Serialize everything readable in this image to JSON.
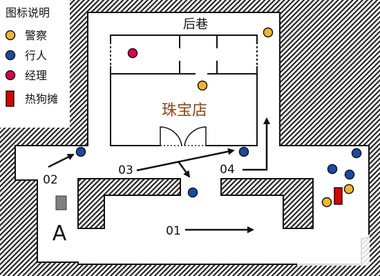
{
  "legend": {
    "title": "图标说明",
    "items": [
      {
        "label": "警察",
        "color": "#f5b52a",
        "shape": "circle"
      },
      {
        "label": "行人",
        "color": "#1a4aa8",
        "shape": "circle"
      },
      {
        "label": "经理",
        "color": "#e0004b",
        "shape": "circle"
      },
      {
        "label": "热狗摊",
        "color": "#e00000",
        "shape": "rect"
      }
    ]
  },
  "labels": {
    "back_alley": "后巷",
    "store_name": "珠宝店",
    "area_a": "A"
  },
  "arrows": [
    {
      "id": "01",
      "label": "01"
    },
    {
      "id": "02",
      "label": "02"
    },
    {
      "id": "03",
      "label": "03"
    },
    {
      "id": "04",
      "label": "04"
    }
  ],
  "colors": {
    "police": "#f5b52a",
    "pedestrian": "#1a4aa8",
    "manager": "#e0004b",
    "hotdog": "#e00000",
    "store_title": "#8b4513",
    "hatch": "#222222",
    "object_gray": "#808080"
  }
}
